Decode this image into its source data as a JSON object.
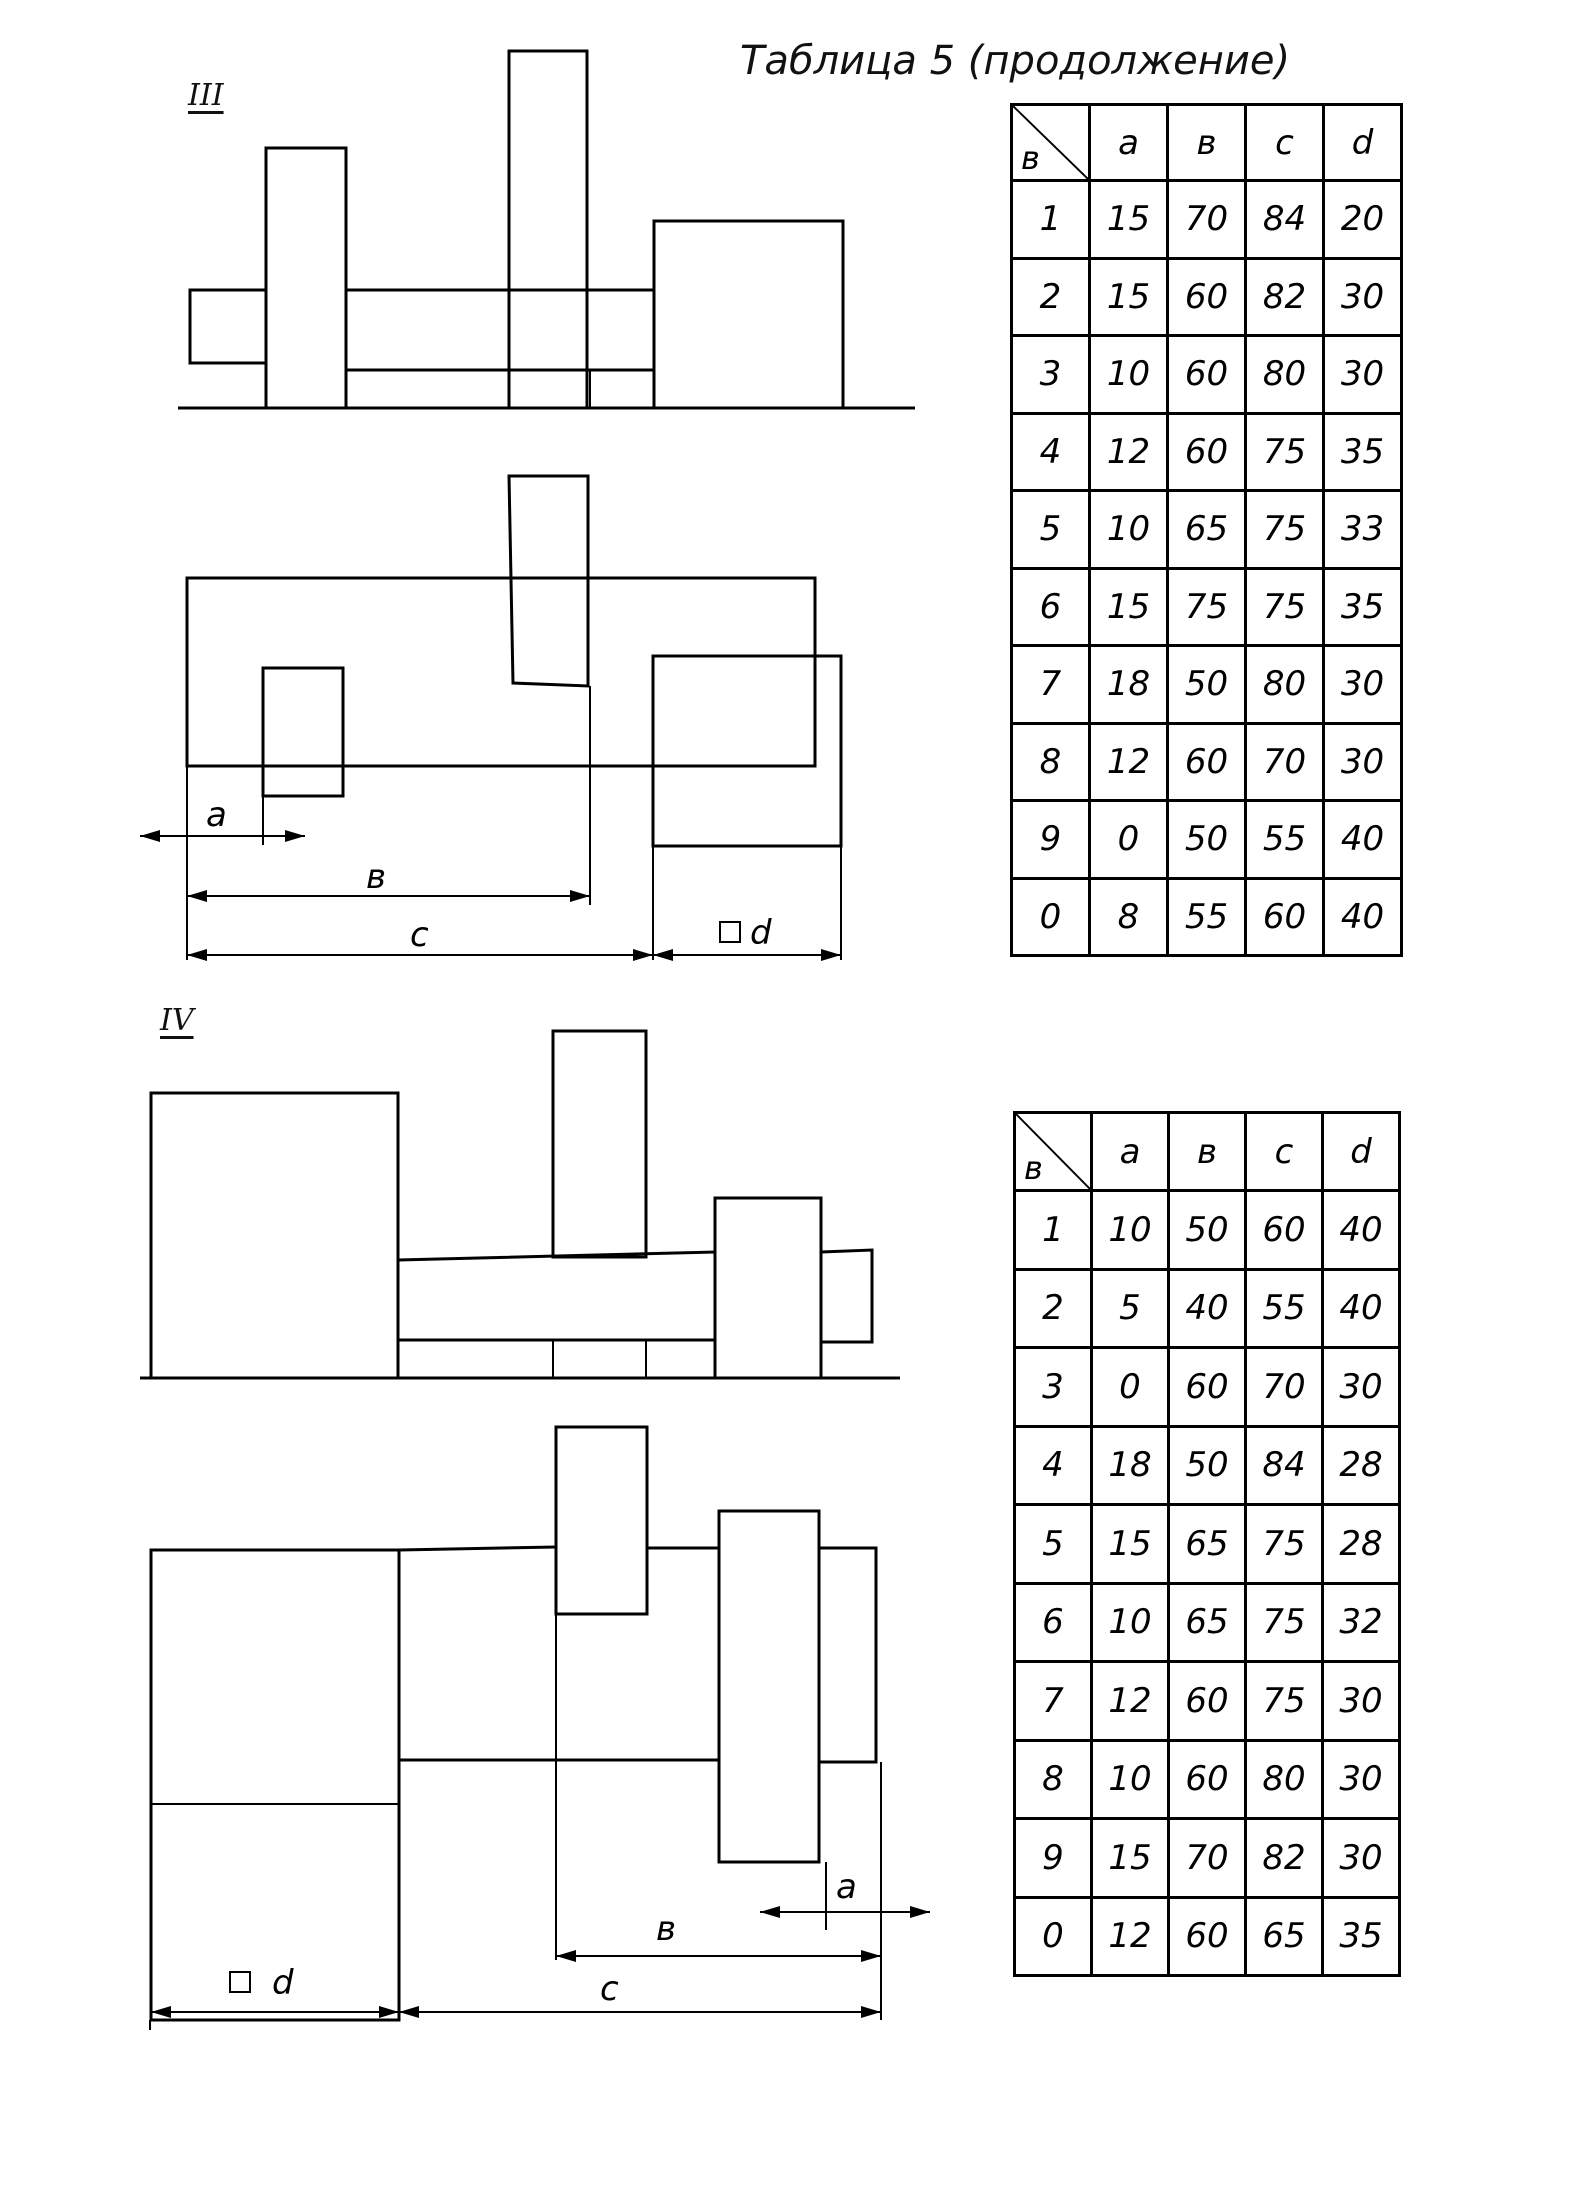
{
  "title": "Таблица 5 (продолжение)",
  "section_iii": {
    "label": "III",
    "dim_labels": {
      "a": "a",
      "b": "в",
      "c": "c",
      "d": "d"
    }
  },
  "section_iv": {
    "label": "IV",
    "dim_labels": {
      "a": "a",
      "b": "в",
      "c": "c",
      "d": "d"
    }
  },
  "table_iii": {
    "corner": "в",
    "headers": [
      "a",
      "в",
      "c",
      "d"
    ],
    "rows": [
      {
        "variant": "1",
        "values": [
          "15",
          "70",
          "84",
          "20"
        ]
      },
      {
        "variant": "2",
        "values": [
          "15",
          "60",
          "82",
          "30"
        ]
      },
      {
        "variant": "3",
        "values": [
          "10",
          "60",
          "80",
          "30"
        ]
      },
      {
        "variant": "4",
        "values": [
          "12",
          "60",
          "75",
          "35"
        ]
      },
      {
        "variant": "5",
        "values": [
          "10",
          "65",
          "75",
          "33"
        ]
      },
      {
        "variant": "6",
        "values": [
          "15",
          "75",
          "75",
          "35"
        ]
      },
      {
        "variant": "7",
        "values": [
          "18",
          "50",
          "80",
          "30"
        ]
      },
      {
        "variant": "8",
        "values": [
          "12",
          "60",
          "70",
          "30"
        ]
      },
      {
        "variant": "9",
        "values": [
          "0",
          "50",
          "55",
          "40"
        ]
      },
      {
        "variant": "0",
        "values": [
          "8",
          "55",
          "60",
          "40"
        ]
      }
    ]
  },
  "table_iv": {
    "corner": "в",
    "headers": [
      "a",
      "в",
      "c",
      "d"
    ],
    "rows": [
      {
        "variant": "1",
        "values": [
          "10",
          "50",
          "60",
          "40"
        ]
      },
      {
        "variant": "2",
        "values": [
          "5",
          "40",
          "55",
          "40"
        ]
      },
      {
        "variant": "3",
        "values": [
          "0",
          "60",
          "70",
          "30"
        ]
      },
      {
        "variant": "4",
        "values": [
          "18",
          "50",
          "84",
          "28"
        ]
      },
      {
        "variant": "5",
        "values": [
          "15",
          "65",
          "75",
          "28"
        ]
      },
      {
        "variant": "6",
        "values": [
          "10",
          "65",
          "75",
          "32"
        ]
      },
      {
        "variant": "7",
        "values": [
          "12",
          "60",
          "75",
          "30"
        ]
      },
      {
        "variant": "8",
        "values": [
          "10",
          "60",
          "80",
          "30"
        ]
      },
      {
        "variant": "9",
        "values": [
          "15",
          "70",
          "82",
          "30"
        ]
      },
      {
        "variant": "0",
        "values": [
          "12",
          "60",
          "65",
          "35"
        ]
      }
    ]
  }
}
